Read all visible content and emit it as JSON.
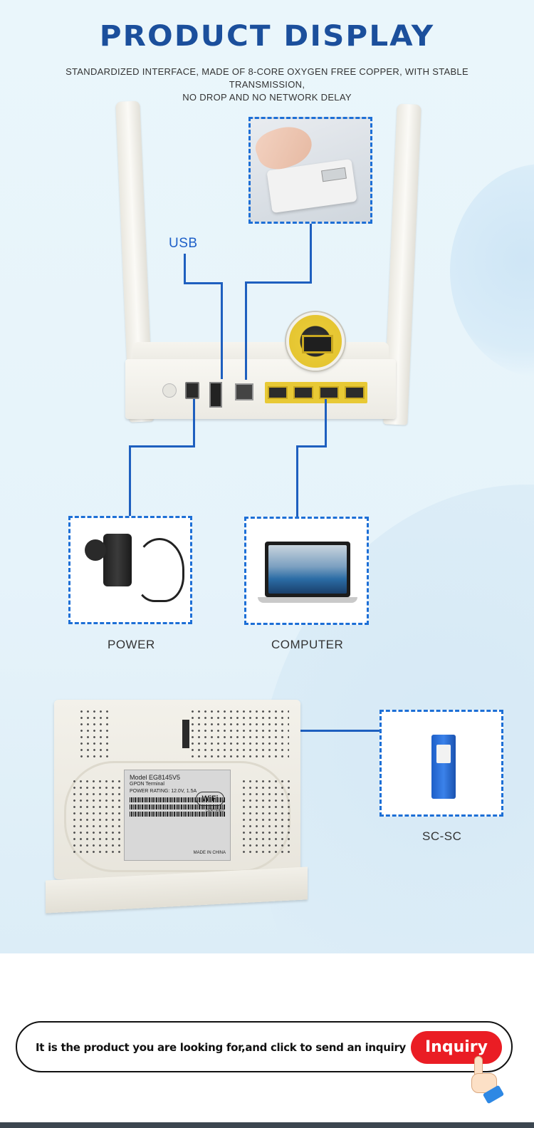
{
  "header": {
    "title": "PRODUCT DISPLAY",
    "subtitle_line1": "STANDARDIZED INTERFACE, MADE OF 8-CORE OXYGEN FREE COPPER, WITH STABLE TRANSMISSION,",
    "subtitle_line2": "NO DROP AND NO NETWORK DELAY"
  },
  "callouts": {
    "usb": "USB",
    "power": "POWER",
    "computer": "COMPUTER",
    "sc": "SC-SC"
  },
  "device_label": {
    "model": "Model EG8145V5",
    "terminal": "GPON Terminal",
    "power_rating": "POWER RATING: 12.0V, 1.5A",
    "wifi": "WiFi",
    "certified": "CERTIFIED",
    "made_in": "MADE IN CHINA"
  },
  "cta": {
    "text": "It is the product you are looking for,and click to send an inquiry",
    "button": "Inquiry"
  },
  "colors": {
    "accent_blue": "#1d6fd6",
    "title_blue": "#1b4f9c",
    "inquiry_red": "#ea1d24"
  },
  "icons": {
    "phone_image": "telephone-photo",
    "power_image": "power-adapter-photo",
    "computer_image": "laptop-photo",
    "sc_image": "sc-connector-photo",
    "pointer": "pointing-hand-icon"
  }
}
